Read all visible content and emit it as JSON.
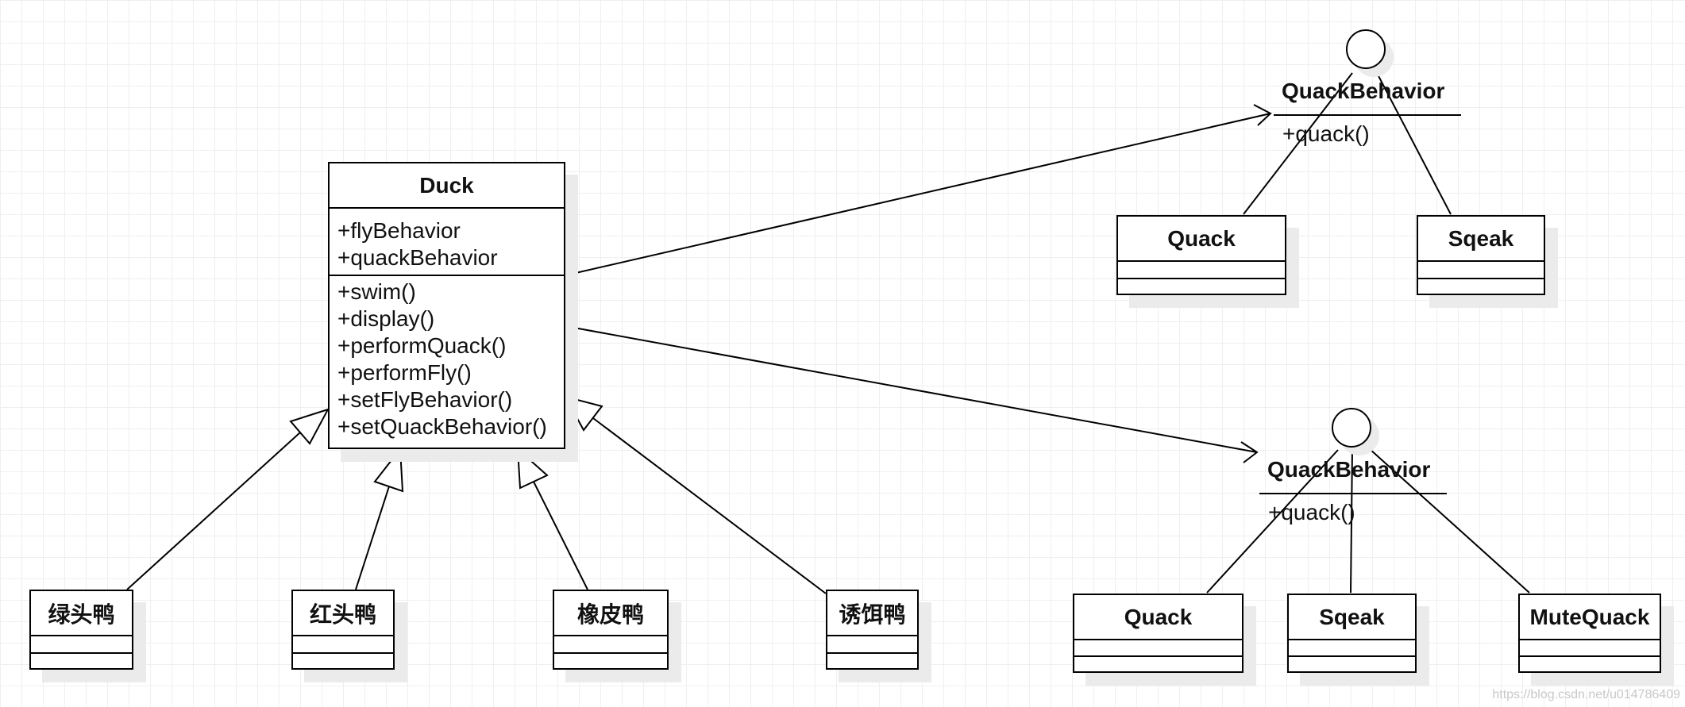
{
  "duck": {
    "name": "Duck",
    "attributes": [
      "+flyBehavior",
      "+quackBehavior"
    ],
    "operations": [
      "+swim()",
      "+display()",
      "+performQuack()",
      "+performFly()",
      "+setFlyBehavior()",
      "+setQuackBehavior()"
    ]
  },
  "subclasses": [
    "绿头鸭",
    "红头鸭",
    "橡皮鸭",
    "诱饵鸭"
  ],
  "interface_top": {
    "name": "QuackBehavior",
    "operation": "+quack()",
    "implementations": [
      "Quack",
      "Sqeak"
    ]
  },
  "interface_bottom": {
    "name": "QuackBehavior",
    "operation": "+quack()",
    "implementations": [
      "Quack",
      "Sqeak",
      "MuteQuack"
    ]
  },
  "watermark": "https://blog.csdn.net/u014786409"
}
